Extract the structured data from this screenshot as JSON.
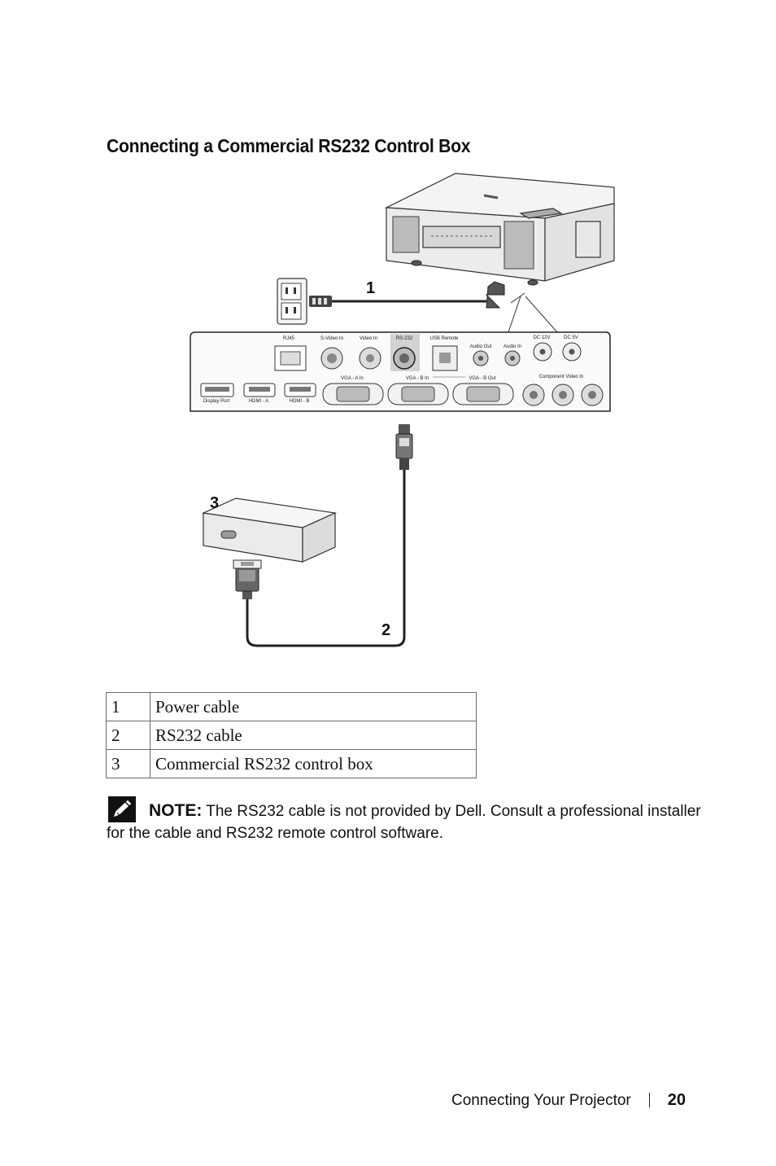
{
  "section": {
    "title": "Connecting a Commercial RS232 Control Box"
  },
  "diagram": {
    "callouts": [
      "1",
      "2",
      "3"
    ],
    "port_labels": {
      "rj45": "RJ45",
      "svideo_in": "S-Video In",
      "video_in": "Video In",
      "rs232": "RS-232",
      "usb_remote": "USB Remote",
      "audio_out": "Audio Out",
      "audio_in": "Audio In",
      "dc12v": "DC 12V",
      "dc5v": "DC 5V",
      "display_port": "Display Port",
      "hdmi_a": "HDMI - A",
      "hdmi_b": "HDMI - B",
      "vga_a_in": "VGA - A In",
      "vga_b_in": "VGA - B In",
      "vga_b_out": "VGA - B Out",
      "component_video_in": "Component Video In"
    }
  },
  "legend_table": {
    "rows": [
      {
        "num": "1",
        "desc": "Power cable"
      },
      {
        "num": "2",
        "desc": "RS232 cable"
      },
      {
        "num": "3",
        "desc": "Commercial RS232 control box"
      }
    ]
  },
  "note": {
    "label": "NOTE:",
    "text": " The RS232 cable is not provided by Dell. Consult a professional installer for the cable and RS232 remote control software."
  },
  "footer": {
    "section": "Connecting Your Projector",
    "page": "20"
  }
}
